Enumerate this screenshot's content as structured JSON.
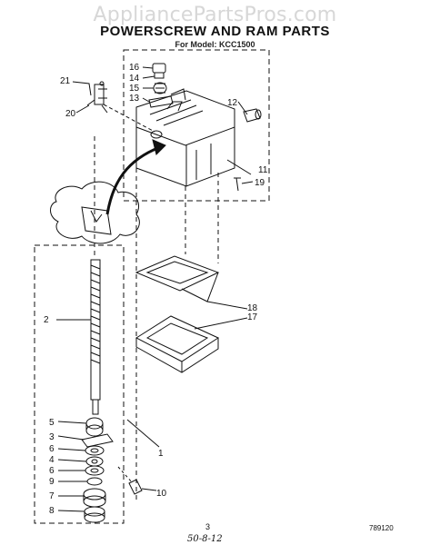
{
  "watermark": "AppliancePartsPros.com",
  "title": "POWERSCREW AND RAM PARTS",
  "subtitle": "For Model: KCC1500",
  "page_number": "3",
  "handwritten_note": "50-8-12",
  "document_code": "789120",
  "callouts": [
    "1",
    "2",
    "3",
    "4",
    "5",
    "6",
    "7",
    "8",
    "9",
    "10",
    "11",
    "12",
    "13",
    "14",
    "15",
    "16",
    "17",
    "18",
    "19",
    "20",
    "21"
  ],
  "colors": {
    "ink": "#111111",
    "watermark": "#d7d7d7",
    "background": "#ffffff"
  }
}
